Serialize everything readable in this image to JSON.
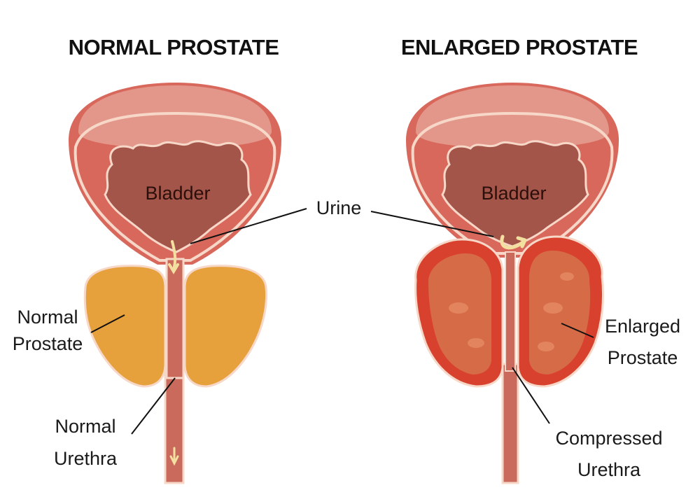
{
  "titles": {
    "normal": "NORMAL PROSTATE",
    "enlarged": "ENLARGED PROSTATE"
  },
  "labels": {
    "bladder_left": "Bladder",
    "bladder_right": "Bladder",
    "urine": "Urine",
    "normal_prostate_line1": "Normal",
    "normal_prostate_line2": "Prostate",
    "normal_urethra_line1": "Normal",
    "normal_urethra_line2": "Urethra",
    "enlarged_prostate_line1": "Enlarged",
    "enlarged_prostate_line2": "Prostate",
    "compressed_urethra_line1": "Compressed",
    "compressed_urethra_line2": "Urethra"
  },
  "colors": {
    "bladder_outer": "#d9685c",
    "bladder_top": "#e3978a",
    "bladder_inner": "#a4554a",
    "bladder_lining": "#f7d8c8",
    "normal_prostate": "#e6a03c",
    "enlarged_prostate_outer": "#d9412f",
    "enlarged_prostate_inner": "#d66b47",
    "urethra": "#c96a5c",
    "urine_arrow": "#f3e0a0"
  }
}
